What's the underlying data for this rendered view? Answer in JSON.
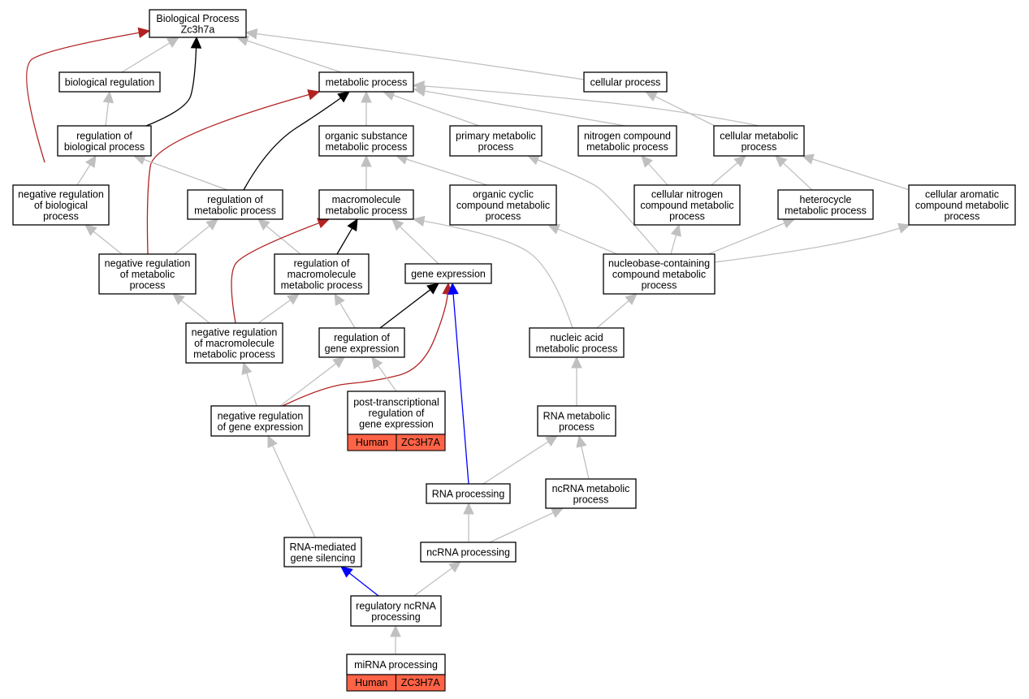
{
  "diagram": {
    "colors": {
      "is_a": "#c0c0c0",
      "regulates": "#000000",
      "negatively_regulates": "#b22222",
      "part_of": "#0000ff",
      "annotation_fill": "#ff6347"
    },
    "nodes": {
      "bp": {
        "lines": [
          "Biological Process",
          "Zc3h7a"
        ]
      },
      "bioreg": {
        "lines": [
          "biological regulation"
        ]
      },
      "metab": {
        "lines": [
          "metabolic process"
        ]
      },
      "cellular": {
        "lines": [
          "cellular process"
        ]
      },
      "regbio": {
        "lines": [
          "regulation of",
          "biological process"
        ]
      },
      "orgsub": {
        "lines": [
          "organic substance",
          "metabolic process"
        ]
      },
      "primary": {
        "lines": [
          "primary metabolic",
          "process"
        ]
      },
      "nitro": {
        "lines": [
          "nitrogen compound",
          "metabolic process"
        ]
      },
      "cellmetab": {
        "lines": [
          "cellular metabolic",
          "process"
        ]
      },
      "negbio": {
        "lines": [
          "negative regulation",
          "of biological",
          "process"
        ]
      },
      "regmetab": {
        "lines": [
          "regulation of",
          "metabolic process"
        ]
      },
      "macro": {
        "lines": [
          "macromolecule",
          "metabolic process"
        ]
      },
      "orgcyclic": {
        "lines": [
          "organic cyclic",
          "compound metabolic",
          "process"
        ]
      },
      "cellnitro": {
        "lines": [
          "cellular nitrogen",
          "compound metabolic",
          "process"
        ]
      },
      "hetero": {
        "lines": [
          "heterocycle",
          "metabolic process"
        ]
      },
      "cellarom": {
        "lines": [
          "cellular aromatic",
          "compound metabolic",
          "process"
        ]
      },
      "negmetab": {
        "lines": [
          "negative regulation",
          "of metabolic",
          "process"
        ]
      },
      "regmacro": {
        "lines": [
          "regulation of",
          "macromolecule",
          "metabolic process"
        ]
      },
      "geneexp": {
        "lines": [
          "gene expression"
        ]
      },
      "nucleobase": {
        "lines": [
          "nucleobase-containing",
          "compound metabolic",
          "process"
        ]
      },
      "negmacro": {
        "lines": [
          "negative regulation",
          "of macromolecule",
          "metabolic process"
        ]
      },
      "reggene": {
        "lines": [
          "regulation of",
          "gene expression"
        ]
      },
      "nucacid": {
        "lines": [
          "nucleic acid",
          "metabolic process"
        ]
      },
      "neggene": {
        "lines": [
          "negative regulation",
          "of gene expression"
        ]
      },
      "posttrans": {
        "lines": [
          "post-transcriptional",
          "regulation of",
          "gene expression"
        ],
        "tags": [
          "Human",
          "ZC3H7A"
        ]
      },
      "rnametab": {
        "lines": [
          "RNA metabolic",
          "process"
        ]
      },
      "rnaproc": {
        "lines": [
          "RNA processing"
        ]
      },
      "ncrnametab": {
        "lines": [
          "ncRNA metabolic",
          "process"
        ]
      },
      "rnasilence": {
        "lines": [
          "RNA-mediated",
          "gene silencing"
        ]
      },
      "ncrnaproc": {
        "lines": [
          "ncRNA processing"
        ]
      },
      "regncrna": {
        "lines": [
          "regulatory ncRNA",
          "processing"
        ]
      },
      "mirna": {
        "lines": [
          "miRNA processing"
        ],
        "tags": [
          "Human",
          "ZC3H7A"
        ]
      }
    },
    "edges": [
      {
        "from": "bioreg",
        "to": "bp",
        "type": "is_a"
      },
      {
        "from": "metab",
        "to": "bp",
        "type": "is_a"
      },
      {
        "from": "cellular",
        "to": "bp",
        "type": "is_a"
      },
      {
        "from": "regbio",
        "to": "bp",
        "type": "regulates"
      },
      {
        "from": "negbio",
        "to": "bp",
        "type": "negatively_regulates"
      },
      {
        "from": "regbio",
        "to": "bioreg",
        "type": "is_a"
      },
      {
        "from": "orgsub",
        "to": "metab",
        "type": "is_a"
      },
      {
        "from": "primary",
        "to": "metab",
        "type": "is_a"
      },
      {
        "from": "nitro",
        "to": "metab",
        "type": "is_a"
      },
      {
        "from": "cellmetab",
        "to": "metab",
        "type": "is_a"
      },
      {
        "from": "regmetab",
        "to": "metab",
        "type": "regulates"
      },
      {
        "from": "negmetab",
        "to": "metab",
        "type": "negatively_regulates"
      },
      {
        "from": "cellmetab",
        "to": "cellular",
        "type": "is_a"
      },
      {
        "from": "negbio",
        "to": "regbio",
        "type": "is_a"
      },
      {
        "from": "regmetab",
        "to": "regbio",
        "type": "is_a"
      },
      {
        "from": "macro",
        "to": "orgsub",
        "type": "is_a"
      },
      {
        "from": "orgcyclic",
        "to": "orgsub",
        "type": "is_a"
      },
      {
        "from": "nucleobase",
        "to": "primary",
        "type": "is_a"
      },
      {
        "from": "cellnitro",
        "to": "nitro",
        "type": "is_a"
      },
      {
        "from": "cellnitro",
        "to": "cellmetab",
        "type": "is_a"
      },
      {
        "from": "hetero",
        "to": "cellmetab",
        "type": "is_a"
      },
      {
        "from": "cellarom",
        "to": "cellmetab",
        "type": "is_a"
      },
      {
        "from": "negmetab",
        "to": "negbio",
        "type": "is_a"
      },
      {
        "from": "negmetab",
        "to": "regmetab",
        "type": "is_a"
      },
      {
        "from": "regmacro",
        "to": "regmetab",
        "type": "is_a"
      },
      {
        "from": "regmacro",
        "to": "macro",
        "type": "regulates"
      },
      {
        "from": "geneexp",
        "to": "macro",
        "type": "is_a"
      },
      {
        "from": "nucacid",
        "to": "macro",
        "type": "is_a"
      },
      {
        "from": "negmacro",
        "to": "macro",
        "type": "negatively_regulates"
      },
      {
        "from": "nucleobase",
        "to": "orgcyclic",
        "type": "is_a"
      },
      {
        "from": "nucleobase",
        "to": "cellnitro",
        "type": "is_a"
      },
      {
        "from": "nucleobase",
        "to": "hetero",
        "type": "is_a"
      },
      {
        "from": "nucleobase",
        "to": "cellarom",
        "type": "is_a"
      },
      {
        "from": "negmacro",
        "to": "negmetab",
        "type": "is_a"
      },
      {
        "from": "negmacro",
        "to": "regmacro",
        "type": "is_a"
      },
      {
        "from": "reggene",
        "to": "regmacro",
        "type": "is_a"
      },
      {
        "from": "reggene",
        "to": "geneexp",
        "type": "regulates"
      },
      {
        "from": "neggene",
        "to": "geneexp",
        "type": "negatively_regulates"
      },
      {
        "from": "rnaproc",
        "to": "geneexp",
        "type": "part_of"
      },
      {
        "from": "nucacid",
        "to": "nucleobase",
        "type": "is_a"
      },
      {
        "from": "neggene",
        "to": "negmacro",
        "type": "is_a"
      },
      {
        "from": "neggene",
        "to": "reggene",
        "type": "is_a"
      },
      {
        "from": "posttrans",
        "to": "reggene",
        "type": "is_a"
      },
      {
        "from": "rnametab",
        "to": "nucacid",
        "type": "is_a"
      },
      {
        "from": "rnasilence",
        "to": "neggene",
        "type": "is_a"
      },
      {
        "from": "rnaproc",
        "to": "rnametab",
        "type": "is_a"
      },
      {
        "from": "ncrnametab",
        "to": "rnametab",
        "type": "is_a"
      },
      {
        "from": "ncrnaproc",
        "to": "rnaproc",
        "type": "is_a"
      },
      {
        "from": "ncrnaproc",
        "to": "ncrnametab",
        "type": "is_a"
      },
      {
        "from": "regncrna",
        "to": "rnasilence",
        "type": "part_of"
      },
      {
        "from": "regncrna",
        "to": "ncrnaproc",
        "type": "is_a"
      },
      {
        "from": "mirna",
        "to": "regncrna",
        "type": "is_a"
      }
    ]
  }
}
